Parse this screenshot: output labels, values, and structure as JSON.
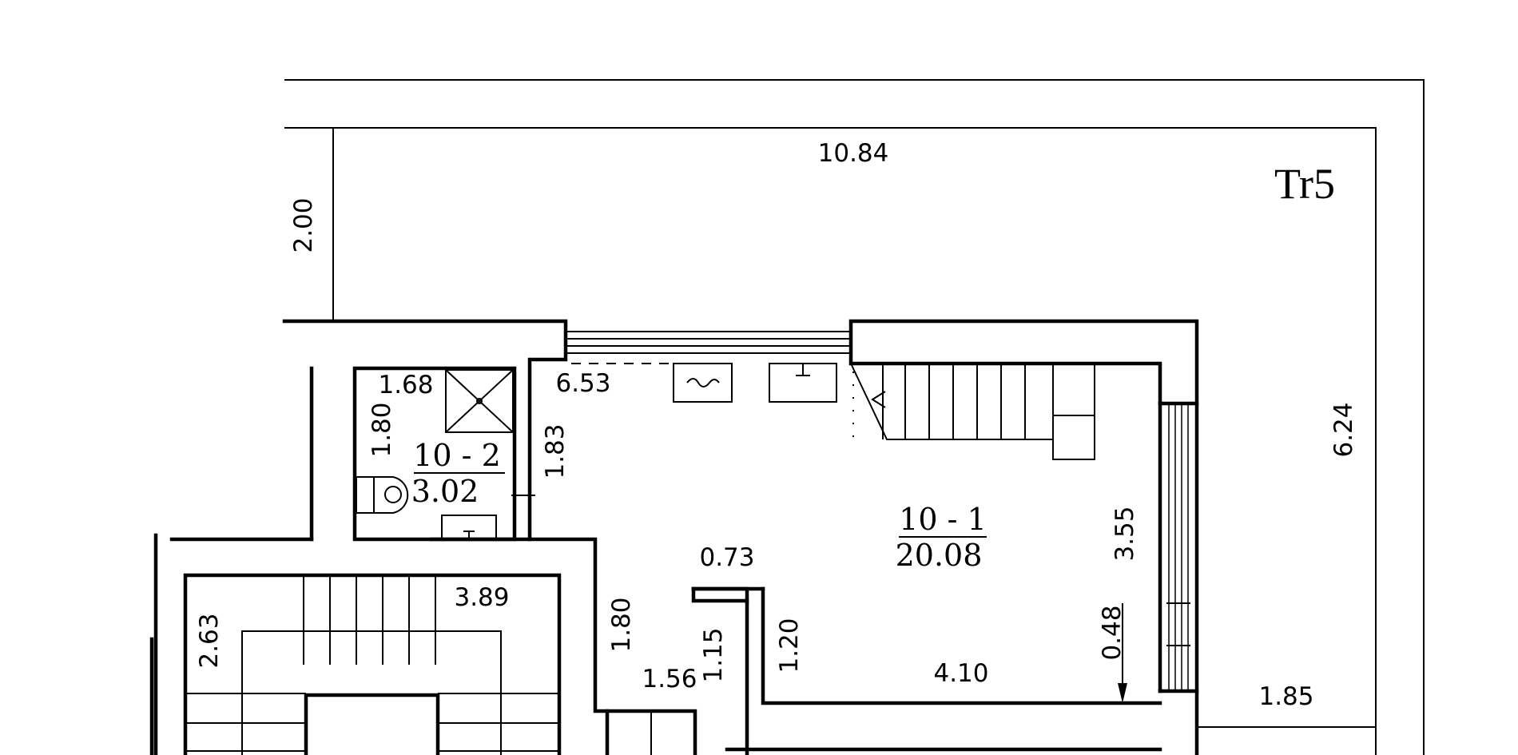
{
  "plan": {
    "tag": "Tr5",
    "dimensions": {
      "top_width": "10.84",
      "left_depth": "2.00",
      "right_depth": "6.24",
      "bottom_right": "1.85",
      "main_room_width": "6.53",
      "main_room_height": "1.83",
      "main_room_east": "3.55",
      "main_room_south": "4.10",
      "step_offset": "0.48",
      "corridor_width": "0.73",
      "corridor_length": "1.20",
      "hall_height": "1.80",
      "hall_width": "1.56",
      "hall_depth": "1.15",
      "bath_width": "1.68",
      "bath_height": "1.80",
      "stair_width": "3.89",
      "stair_height": "2.63"
    },
    "rooms": [
      {
        "number": "10 - 1",
        "area": "20.08"
      },
      {
        "number": "10 - 2",
        "area": "3.02"
      }
    ]
  }
}
